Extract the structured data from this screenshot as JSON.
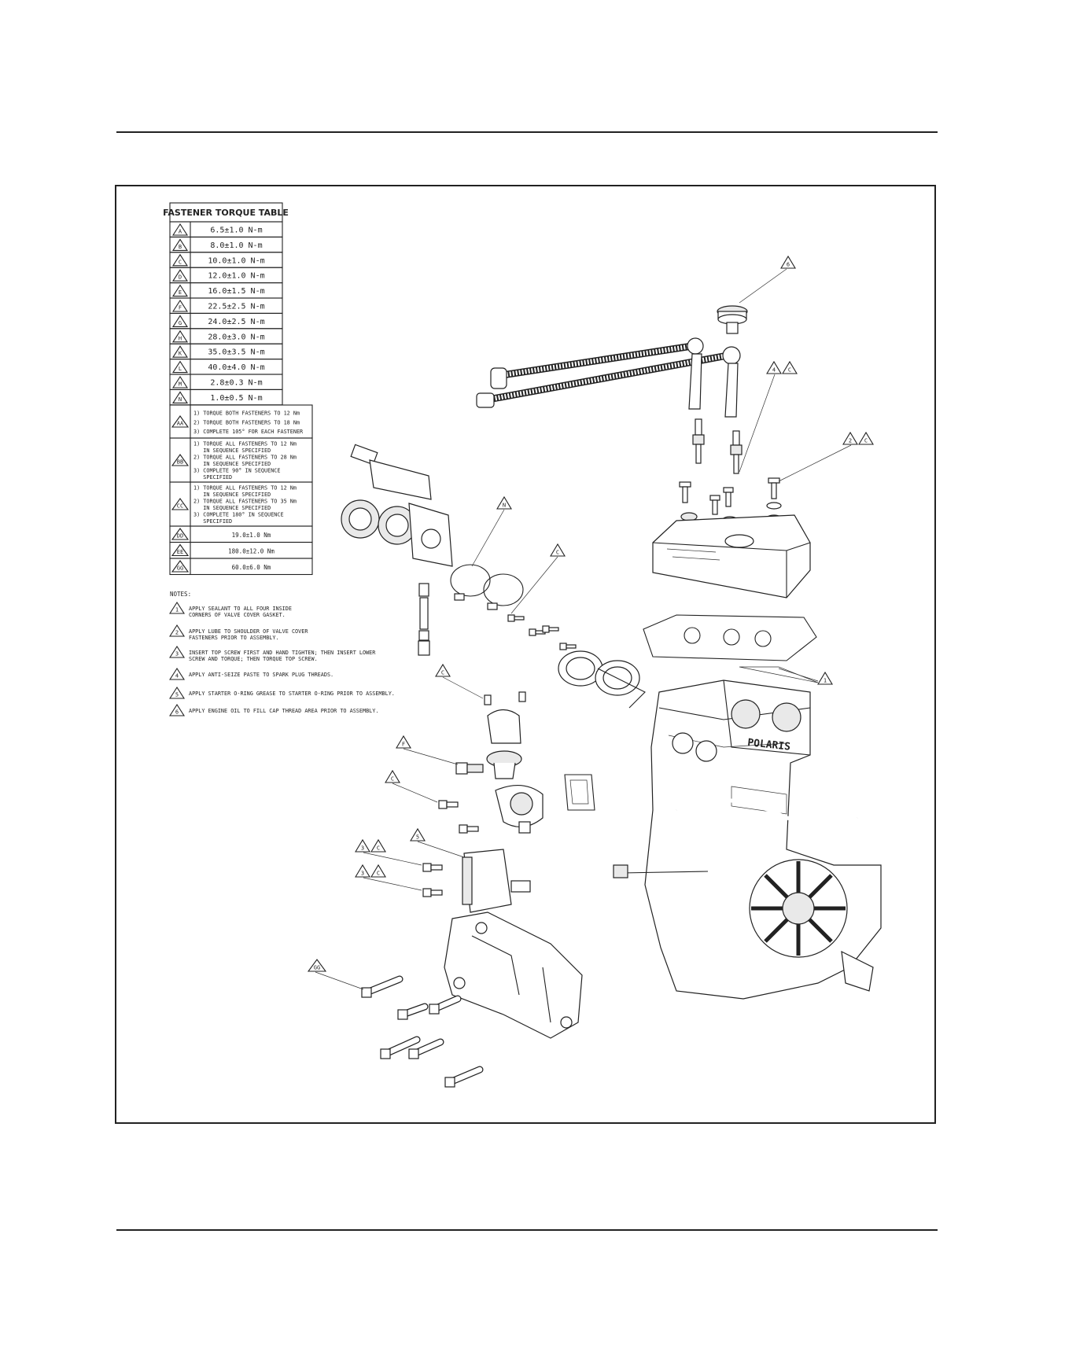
{
  "torque_table": {
    "title": "FASTENER TORQUE TABLE",
    "simple_rows": [
      {
        "code": "A",
        "value": "6.5±1.0 N-m"
      },
      {
        "code": "B",
        "value": "8.0±1.0 N-m"
      },
      {
        "code": "C",
        "value": "10.0±1.0 N-m"
      },
      {
        "code": "D",
        "value": "12.0±1.0 N-m"
      },
      {
        "code": "E",
        "value": "16.0±1.5 N-m"
      },
      {
        "code": "F",
        "value": "22.5±2.5 N-m"
      },
      {
        "code": "G",
        "value": "24.0±2.5 N-m"
      },
      {
        "code": "H",
        "value": "28.0±3.0 N-m"
      },
      {
        "code": "K",
        "value": "35.0±3.5 N-m"
      },
      {
        "code": "L",
        "value": "40.0±4.0 N-m"
      },
      {
        "code": "M",
        "value": "2.8±0.3 N-m"
      },
      {
        "code": "N",
        "value": "1.0±0.5 N-m"
      }
    ],
    "sequence_rows": [
      {
        "code": "AA",
        "lines": [
          "1) TORQUE BOTH FASTENERS TO 12 Nm",
          "2) TORQUE BOTH FASTENERS TO 18 Nm",
          "3) COMPLETE 105° FOR EACH FASTENER"
        ]
      },
      {
        "code": "BB",
        "lines": [
          "1) TORQUE ALL FASTENERS TO 12 Nm",
          "   IN SEQUENCE SPECIFIED",
          "2) TORQUE ALL FASTENERS TO 28 Nm",
          "   IN SEQUENCE SPECIFIED",
          "3) COMPLETE 90° IN SEQUENCE",
          "   SPECIFIED"
        ]
      },
      {
        "code": "CC",
        "lines": [
          "1) TORQUE ALL FASTENERS TO 12 Nm",
          "   IN SEQUENCE SPECIFIED",
          "2) TORQUE ALL FASTENERS TO 35 Nm",
          "   IN SEQUENCE SPECIFIED",
          "3) COMPLETE 180° IN SEQUENCE",
          "   SPECIFIED"
        ]
      }
    ],
    "tail_rows": [
      {
        "code": "DD",
        "value": "19.0±1.0 Nm"
      },
      {
        "code": "EE",
        "value": "180.0±12.0 Nm"
      },
      {
        "code": "GG",
        "value": "60.0±6.0 Nm"
      }
    ]
  },
  "notes": {
    "heading": "NOTES:",
    "items": [
      {
        "num": "1",
        "lines": [
          "APPLY SEALANT TO ALL FOUR INSIDE",
          "CORNERS OF VALVE COVER GASKET."
        ]
      },
      {
        "num": "2",
        "lines": [
          "APPLY LUBE TO SHOULDER OF VALVE COVER",
          "FASTENERS PRIOR TO ASSEMBLY."
        ]
      },
      {
        "num": "3",
        "lines": [
          "INSERT TOP SCREW FIRST AND HAND TIGHTEN; THEN INSERT LOWER",
          "SCREW AND TORQUE; THEN TORQUE TOP SCREW."
        ]
      },
      {
        "num": "4",
        "lines": [
          "APPLY ANTI-SEIZE PASTE TO SPARK PLUG THREADS."
        ]
      },
      {
        "num": "5",
        "lines": [
          "APPLY STARTER O-RING GREASE TO STARTER O-RING PRIOR TO ASSEMBLY."
        ]
      },
      {
        "num": "6",
        "lines": [
          "APPLY ENGINE OIL TO FILL CAP THREAD AREA PRIOR TO ASSEMBLY."
        ]
      }
    ]
  },
  "callouts": [
    {
      "id": "oil-cap",
      "labels": [
        "6"
      ]
    },
    {
      "id": "spark-plug",
      "labels": [
        "4",
        "C"
      ]
    },
    {
      "id": "valve-cover-bolt",
      "labels": [
        "2",
        "C"
      ]
    },
    {
      "id": "hose-clamp",
      "labels": [
        "N"
      ]
    },
    {
      "id": "intake-bolt",
      "labels": [
        "C"
      ]
    },
    {
      "id": "thermostat-bolt",
      "labels": [
        "C"
      ]
    },
    {
      "id": "gasket-sealant",
      "labels": [
        "1"
      ]
    },
    {
      "id": "temp-sensor",
      "labels": [
        "F"
      ]
    },
    {
      "id": "housing-bolt",
      "labels": [
        "C"
      ]
    },
    {
      "id": "starter",
      "labels": [
        "5"
      ]
    },
    {
      "id": "starter-top-bolt",
      "labels": [
        "3",
        "C"
      ]
    },
    {
      "id": "starter-lower-bolt",
      "labels": [
        "3",
        "C"
      ]
    },
    {
      "id": "mount-bolt",
      "labels": [
        "GG"
      ]
    }
  ],
  "brand_text": "POLARIS"
}
